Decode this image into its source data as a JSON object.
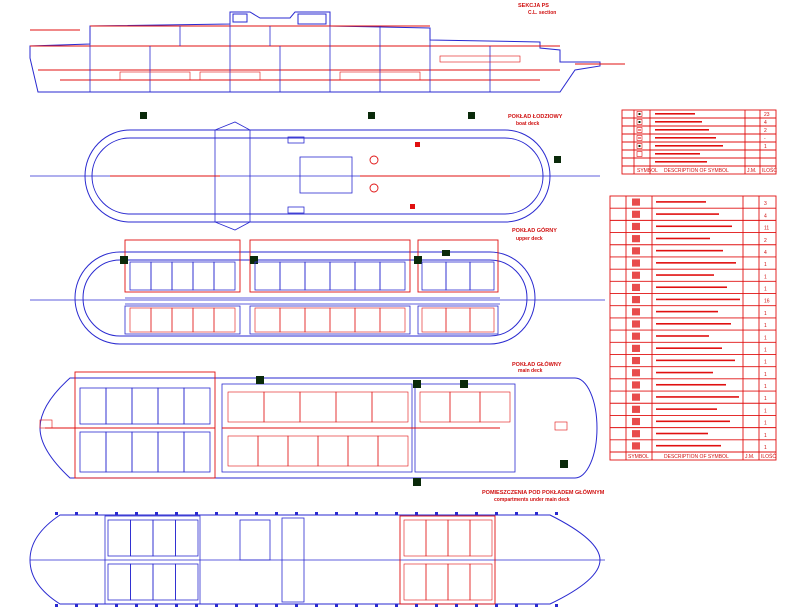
{
  "title": {
    "line1": "SEKCJA PS",
    "line2": "C.L. section"
  },
  "decks": [
    {
      "pl": "POKŁAD ŁODZIOWY",
      "en": "boat deck"
    },
    {
      "pl": "POKŁAD GÓRNY",
      "en": "upper deck"
    },
    {
      "pl": "POKŁAD GŁÓWNY",
      "en": "main deck"
    },
    {
      "pl": "POMIESZCZENIA POD POKŁADEM GŁÓWNYM",
      "en": "compartments under main deck"
    }
  ],
  "colors": {
    "hull": "#2a2ad0",
    "symbols": "#e01010",
    "fill": "#0a2a0a"
  },
  "legend1": {
    "rows": [
      {
        "no": "",
        "qty": "23",
        "icon": "square-dot"
      },
      {
        "no": "",
        "qty": "4",
        "icon": "square-dot"
      },
      {
        "no": "",
        "qty": "2",
        "icon": "square-bar"
      },
      {
        "no": "",
        "qty": "-",
        "icon": "square-bar"
      },
      {
        "no": "",
        "qty": "1",
        "icon": "square-dot"
      },
      {
        "no": "",
        "qty": "",
        "icon": "square"
      },
      {
        "no": "",
        "qty": "",
        "icon": "none"
      }
    ],
    "footer": [
      "SYMBOL",
      "DESCRIPTION OF SYMBOL",
      "J.M.",
      "ILOŚĆ"
    ]
  },
  "legend2": {
    "rows": [
      {
        "no": "",
        "qty": "3"
      },
      {
        "no": "",
        "qty": "4"
      },
      {
        "no": "",
        "qty": "11"
      },
      {
        "no": "",
        "qty": "2"
      },
      {
        "no": "",
        "qty": "4"
      },
      {
        "no": "",
        "qty": "1"
      },
      {
        "no": "",
        "qty": "1"
      },
      {
        "no": "",
        "qty": "1"
      },
      {
        "no": "",
        "qty": "16"
      },
      {
        "no": "",
        "qty": "1"
      },
      {
        "no": "",
        "qty": "1"
      },
      {
        "no": "",
        "qty": "1"
      },
      {
        "no": "",
        "qty": "1"
      },
      {
        "no": "",
        "qty": "1"
      },
      {
        "no": "",
        "qty": "1"
      },
      {
        "no": "",
        "qty": "1"
      },
      {
        "no": "",
        "qty": "1"
      },
      {
        "no": "",
        "qty": "1"
      },
      {
        "no": "",
        "qty": "1"
      },
      {
        "no": "",
        "qty": "1"
      },
      {
        "no": "",
        "qty": "1"
      }
    ],
    "footer": [
      "SYMBOL",
      "DESCRIPTION OF SYMBOL",
      "J.M.",
      "ILOŚĆ"
    ]
  }
}
